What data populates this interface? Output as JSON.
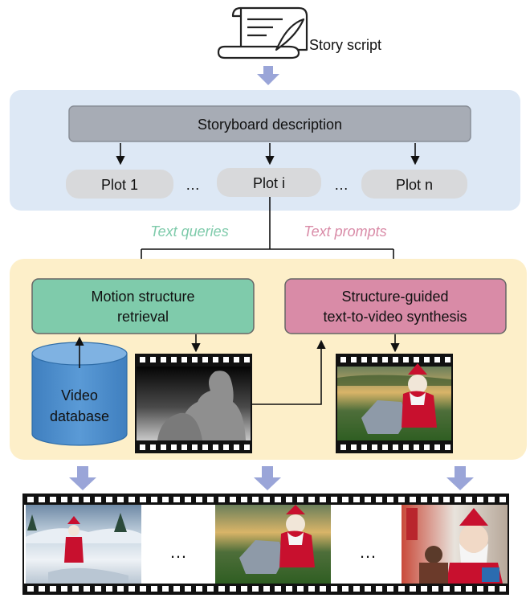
{
  "story_script": {
    "label": "Story script"
  },
  "storyboard": {
    "title": "Storyboard description",
    "plots": [
      "Plot 1",
      "Plot i",
      "Plot n"
    ],
    "ellipsis": "…"
  },
  "queries": {
    "text_queries": "Text queries",
    "text_prompts": "Text prompts"
  },
  "retrieval": {
    "title_line1": "Motion structure",
    "title_line2": "retrieval",
    "database_line1": "Video",
    "database_line2": "database"
  },
  "synthesis": {
    "title_line1": "Structure-guided",
    "title_line2": "text-to-video synthesis"
  },
  "output": {
    "ellipsis": "…"
  },
  "colors": {
    "storyboard_panel": "#dde8f5",
    "generation_panel": "#fdefc9",
    "storyboard_box": "#a7acb5",
    "plot_pill": "#d8d9db",
    "retrieval_box": "#7fcbab",
    "synthesis_box": "#d98ba7",
    "database": "#4a8fce",
    "queries_text": "#7fcbab",
    "prompts_text": "#d98ba7",
    "flow_arrow": "#9aa5d8"
  }
}
